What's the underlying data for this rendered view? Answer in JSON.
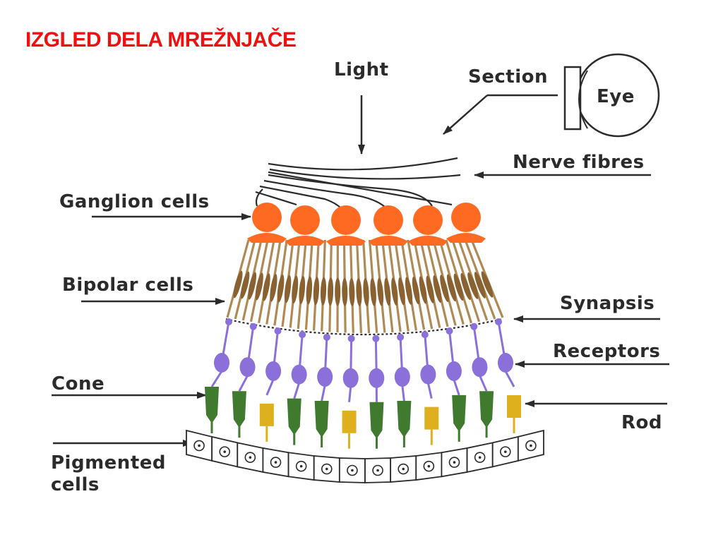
{
  "title": "IZGLED DELA MREŽNJAČE",
  "labels": {
    "light": "Light",
    "section": "Section",
    "eye": "Eye",
    "nerve_fibres": "Nerve fibres",
    "ganglion_cells": "Ganglion cells",
    "bipolar_cells": "Bipolar cells",
    "synapsis": "Synapsis",
    "receptors": "Receptors",
    "cone": "Cone",
    "rod": "Rod",
    "pigmented_line1": "Pigmented",
    "pigmented_line2": "cells"
  },
  "colors": {
    "title": "#ee1111",
    "ganglion": "#ff6a22",
    "bipolar": "#b08a55",
    "receptor_body": "#8a70d8",
    "cone": "#3f7a2e",
    "rod": "#dfb01e",
    "ink": "#2b2b2b"
  },
  "receptor_types": [
    "cone",
    "cone",
    "rod",
    "cone",
    "cone",
    "rod",
    "cone",
    "cone",
    "rod",
    "cone",
    "cone",
    "rod"
  ]
}
